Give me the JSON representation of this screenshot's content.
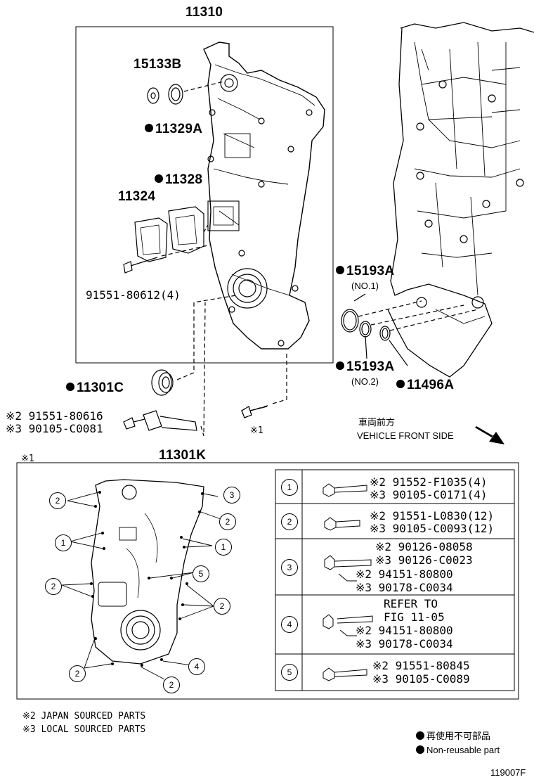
{
  "assembly": {
    "number": "11310"
  },
  "parts": {
    "p15133B": "15133B",
    "p11329A": "11329A",
    "p11328": "11328",
    "p11324": "11324",
    "p91551_80612": "91551-80612(4)",
    "p15193A_1": "15193A",
    "p15193A_1_sub": "(NO.1)",
    "p15193A_2": "15193A",
    "p15193A_2_sub": "(NO.2)",
    "p11496A": "11496A",
    "p11301C": "11301C",
    "p91551_80616": "※2 91551-80616",
    "p90105_C0081": "※3 90105-C0081",
    "p11301K": "11301K",
    "bolt_ref": "※1"
  },
  "direction": {
    "ja": "車両前方",
    "en": "VEHICLE FRONT SIDE"
  },
  "detail": {
    "label": "※1",
    "callouts": [
      "2",
      "3",
      "2",
      "1",
      "1",
      "5",
      "2",
      "2",
      "2",
      "4",
      "2"
    ]
  },
  "table": {
    "rows": [
      {
        "id": "1",
        "lines": [
          "※2 91552-F1035(4)",
          "※3 90105-C0171(4)"
        ]
      },
      {
        "id": "2",
        "lines": [
          "※2 91551-L0830(12)",
          "※3 90105-C0093(12)"
        ]
      },
      {
        "id": "3",
        "lines": [
          "※2 90126-08058",
          "※3 90126-C0023",
          "※2 94151-80800",
          "※3 90178-C0034"
        ]
      },
      {
        "id": "4",
        "lines": [
          "REFER TO",
          "FIG 11-05",
          "※2 94151-80800",
          "※3 90178-C0034"
        ]
      },
      {
        "id": "5",
        "lines": [
          "※2 91551-80845",
          "※3 90105-C0089"
        ]
      }
    ]
  },
  "notes": {
    "japan": "※2 JAPAN SOURCED PARTS",
    "local": "※3 LOCAL SOURCED PARTS"
  },
  "legend": {
    "ja": "再使用不可部品",
    "en": "Non-reusable part"
  },
  "figure_code": "119007F"
}
